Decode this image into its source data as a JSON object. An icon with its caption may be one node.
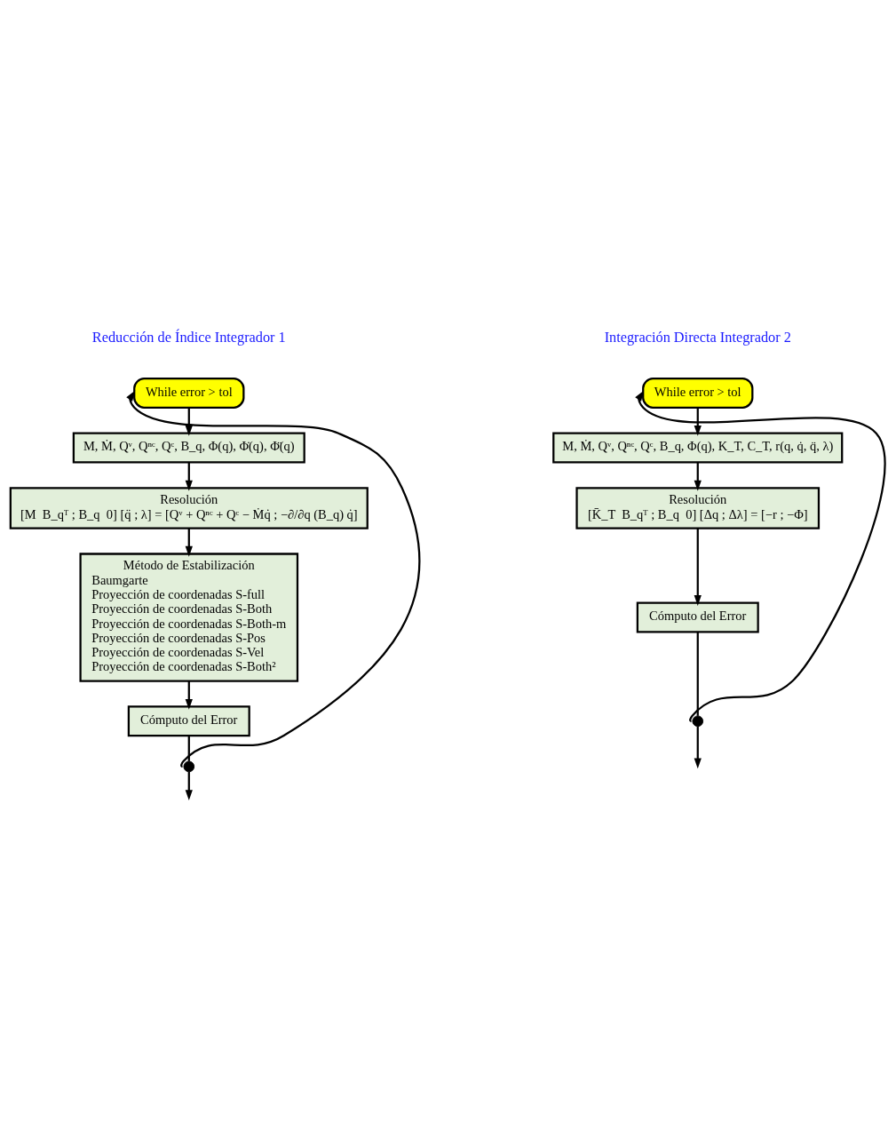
{
  "diagram": {
    "nodes": [
      {
        "text": [
          "While error > tol"
        ]
      },
      {
        "text": [
          "M, Ṁ, Qᵛ, Qⁿᶜ, Qᶜ, B_q, Φ(q), Φ̇(q), Φ̈(q)"
        ]
      },
      {
        "text": [
          "Resolución",
          "[M  B_qᵀ ; B_q  0] [q̈ ; λ] = [Qᵛ + Qⁿᶜ + Qᶜ − Ṁq̇ ; −∂/∂q (B_q) q̇]"
        ]
      },
      {
        "text": [
          "Método de Estabilización",
          "Baumgarte",
          "Proyección de coordenadas S-full",
          "Proyección de coordenadas S-Both",
          "Proyección de coordenadas S-Both-m",
          "Proyección de coordenadas S-Pos",
          "Proyección de coordenadas S-Vel",
          "Proyección de coordenadas S-Both²"
        ]
      },
      {
        "text": [
          "Cómputo del Error"
        ]
      },
      {
        "text": [],
        "shape": "circle"
      },
      {
        "text": [
          "While error > tol"
        ]
      },
      {
        "text": [
          "M, Ṁ, Qᵛ, Qⁿᶜ, Qᶜ, B_q, Φ(q), K_T, C_T, r(q, q̇, q̈, λ)"
        ]
      },
      {
        "text": [
          "Resolución",
          "[K̄_T  B_qᵀ ; B_q  0] [Δq ; Δλ] = [−r ; −Φ]"
        ]
      },
      {
        "text": [
          "Cómputo del Error"
        ]
      },
      {
        "text": [],
        "shape": "circle"
      }
    ],
    "edges": [
      {
        "from": 0,
        "to": 1,
        "arrow": "to"
      },
      {
        "from": 1,
        "to": 2,
        "arrow": "to"
      },
      {
        "from": 2,
        "to": 3,
        "arrow": "to"
      },
      {
        "from": 3,
        "to": 4,
        "arrow": "to"
      },
      {
        "from": 4,
        "to": 5,
        "arrow": "none"
      },
      {
        "from": 5,
        "to": 0,
        "arrow": "to"
      },
      {
        "from": 5,
        "to": null,
        "arrow": "to"
      },
      {
        "from": 6,
        "to": 7,
        "arrow": "to"
      },
      {
        "from": 7,
        "to": 8,
        "arrow": "to"
      },
      {
        "from": 8,
        "to": 9,
        "arrow": "to"
      },
      {
        "from": 9,
        "to": 10,
        "arrow": "none"
      },
      {
        "from": 10,
        "to": 6,
        "arrow": "to"
      },
      {
        "from": 10,
        "to": null,
        "arrow": "to"
      }
    ],
    "labels": [
      "Reducción de Índice Integrador 1",
      "Integración Directa Integrador 2"
    ]
  }
}
